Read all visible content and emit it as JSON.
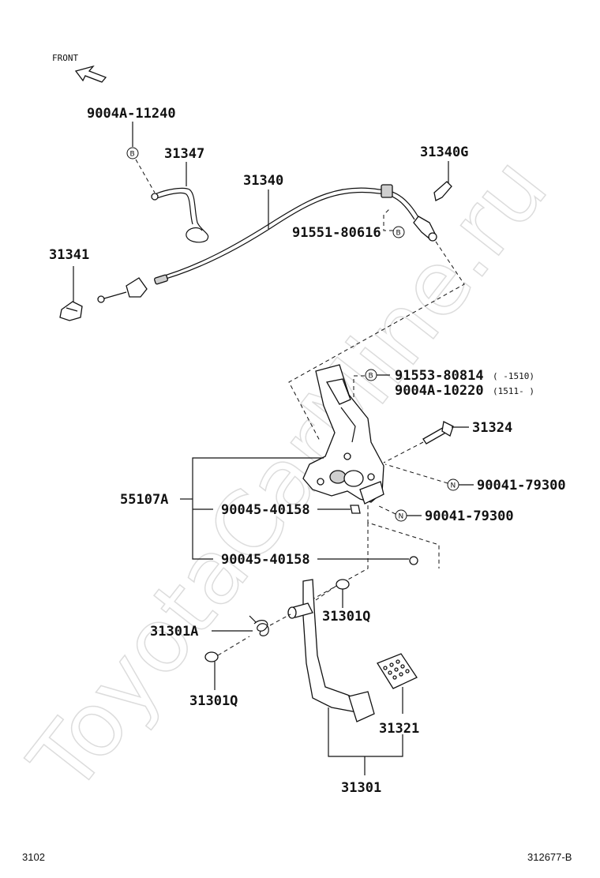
{
  "watermark": "ToyotaCarMine.ru",
  "front_label": "FRONT",
  "bolt_marks": {
    "b": "B",
    "n": "N"
  },
  "parts": {
    "p_9004a_11240": "9004A-11240",
    "p_31347": "31347",
    "p_31340": "31340",
    "p_31340g": "31340G",
    "p_91551": "91551-80616",
    "p_31341": "31341",
    "p_91553": "91553-80814",
    "p_91553_range": "(      -1510)",
    "p_9004a_10220": "9004A-10220",
    "p_9004a_10220_range": "(1511-      )",
    "p_31324": "31324",
    "p_55107a": "55107A",
    "p_90045_a": "90045-40158",
    "p_90041_a": "90041-79300",
    "p_90041_b": "90041-79300",
    "p_90045_b": "90045-40158",
    "p_31301q_a": "31301Q",
    "p_31301a": "31301A",
    "p_31301q_b": "31301Q",
    "p_31321": "31321",
    "p_31301": "31301"
  },
  "footer": {
    "left": "3102",
    "right": "312677-B"
  }
}
